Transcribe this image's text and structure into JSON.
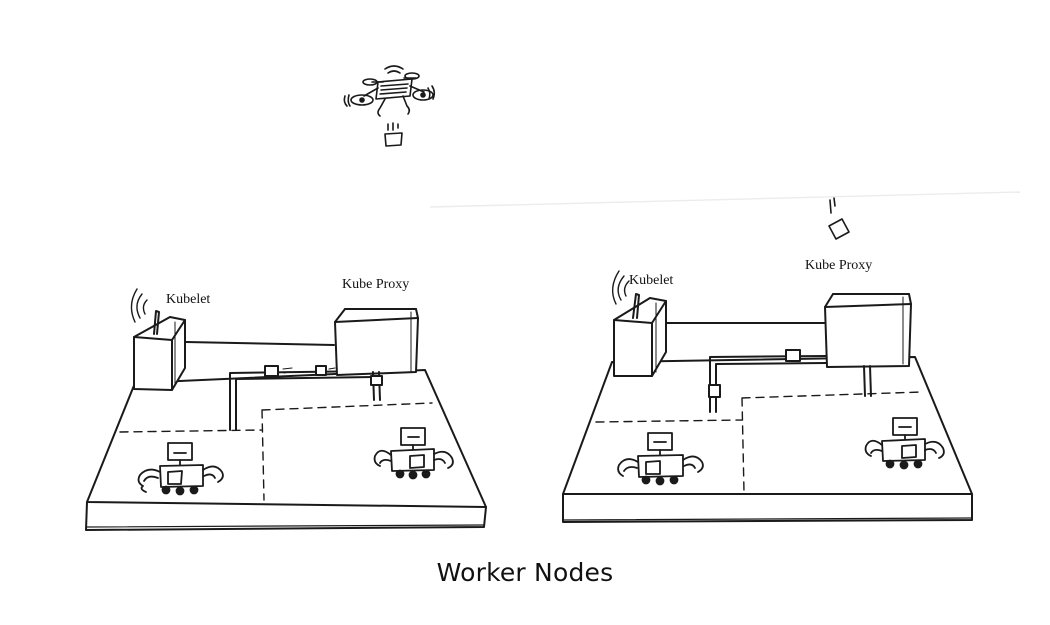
{
  "caption": "Worker Nodes",
  "nodes": [
    {
      "kubelet_label": "Kubelet",
      "proxy_label": "Kube Proxy"
    },
    {
      "kubelet_label": "Kubelet",
      "proxy_label": "Kube Proxy"
    }
  ],
  "icons": {
    "drone": "drone-icon",
    "package": "package-icon",
    "robot": "robot-icon",
    "antenna": "antenna-icon"
  },
  "colors": {
    "ink": "#1a1a1a",
    "background": "#ffffff"
  }
}
